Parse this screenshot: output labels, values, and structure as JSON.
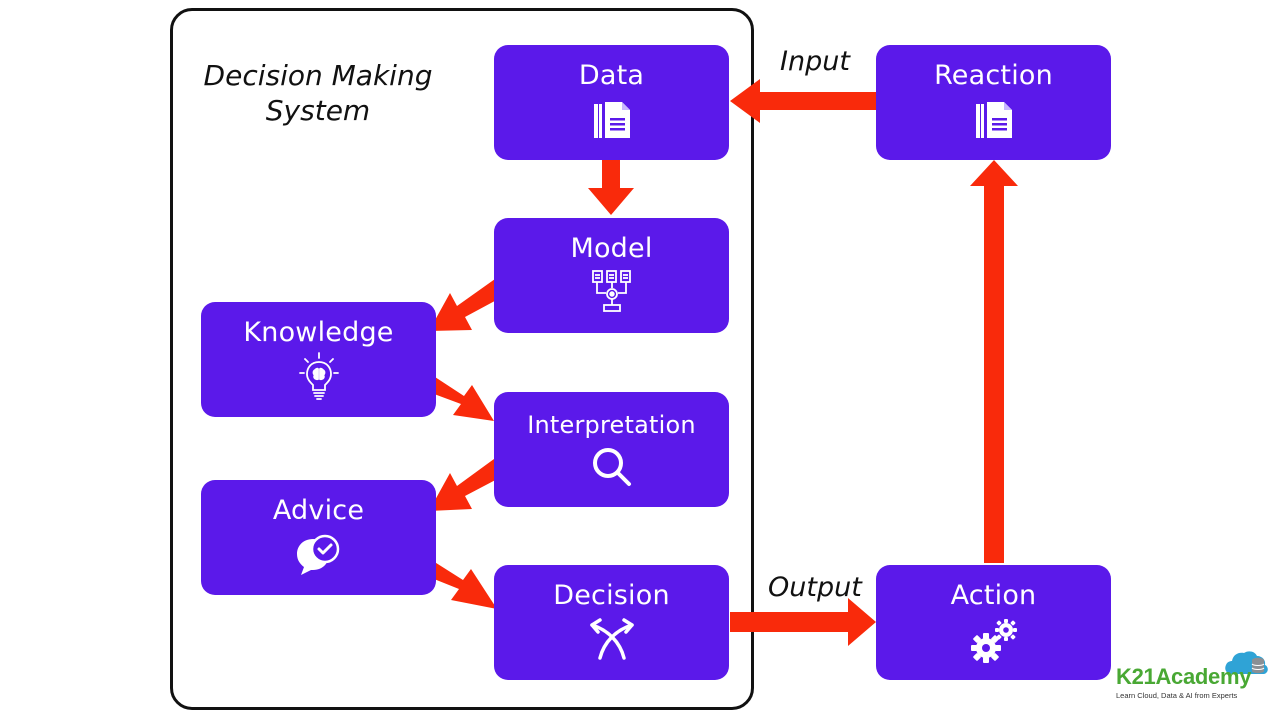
{
  "system": {
    "title_line1": "Decision Making",
    "title_line2": "System"
  },
  "nodes": {
    "data": {
      "label": "Data",
      "icon": "document-icon"
    },
    "model": {
      "label": "Model",
      "icon": "model-flow-icon"
    },
    "knowledge": {
      "label": "Knowledge",
      "icon": "lightbulb-brain-icon"
    },
    "interpretation": {
      "label": "Interpretation",
      "icon": "magnifier-icon"
    },
    "advice": {
      "label": "Advice",
      "icon": "chat-check-icon"
    },
    "decision": {
      "label": "Decision",
      "icon": "split-arrows-icon"
    },
    "reaction": {
      "label": "Reaction",
      "icon": "document-icon"
    },
    "action": {
      "label": "Action",
      "icon": "gears-icon"
    }
  },
  "flow_labels": {
    "input": "Input",
    "output": "Output"
  },
  "edges": [
    {
      "from": "reaction",
      "to": "data",
      "label": "Input"
    },
    {
      "from": "data",
      "to": "model"
    },
    {
      "from": "model",
      "to": "knowledge"
    },
    {
      "from": "knowledge",
      "to": "interpretation"
    },
    {
      "from": "interpretation",
      "to": "advice"
    },
    {
      "from": "advice",
      "to": "decision"
    },
    {
      "from": "decision",
      "to": "action",
      "label": "Output"
    },
    {
      "from": "action",
      "to": "reaction"
    }
  ],
  "brand": {
    "name": "K21Academy",
    "tagline": "Learn Cloud, Data & AI from Experts",
    "logo_icon": "cloud-database-icon"
  },
  "colors": {
    "node_fill": "#5b19ea",
    "node_text": "#ffffff",
    "arrow": "#f92a0b",
    "frame": "#111111",
    "brand_green": "#49a834",
    "brand_blue": "#2fa3d6"
  }
}
